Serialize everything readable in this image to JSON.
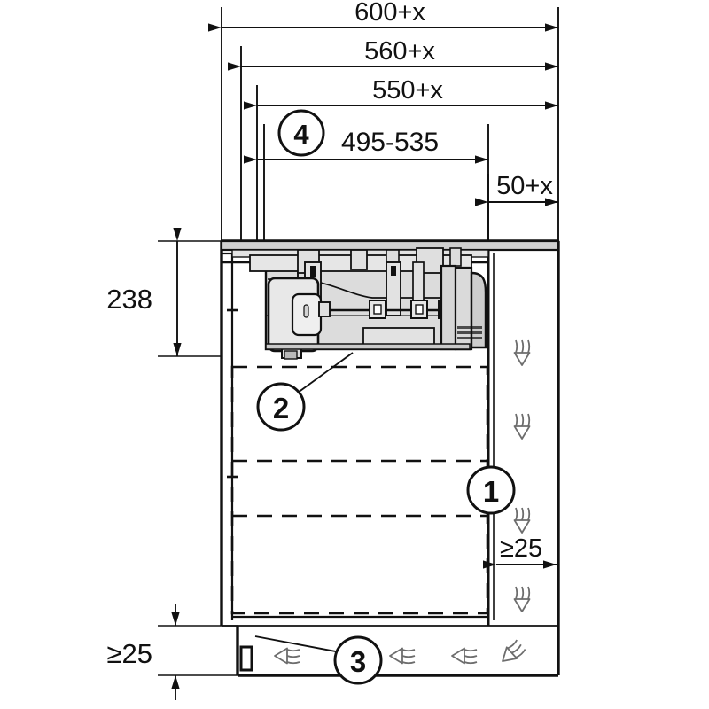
{
  "drawing": {
    "title": "Cooktop extractor installation plan view",
    "units": "mm",
    "colors": {
      "line": "#111111",
      "fill_light": "#e3e3e3",
      "fill_mid": "#d2d2d2",
      "airflow": "#6d6d6d",
      "background": "#ffffff"
    }
  },
  "dimensions": {
    "width_overall": "600+x",
    "width_second": "560+x",
    "width_third": "550+x",
    "cutout_range": "495-535",
    "right_offset": "50+x",
    "depth_top": "238",
    "clearance_right": "≥25",
    "clearance_bottom": "≥25"
  },
  "callouts": [
    {
      "id": "1",
      "label": "1"
    },
    {
      "id": "2",
      "label": "2"
    },
    {
      "id": "3",
      "label": "3"
    },
    {
      "id": "4",
      "label": "4"
    }
  ],
  "airflow": {
    "down_count": 4,
    "left_count": 3,
    "diagonal_count": 1,
    "direction_down": "down",
    "direction_left": "left"
  }
}
